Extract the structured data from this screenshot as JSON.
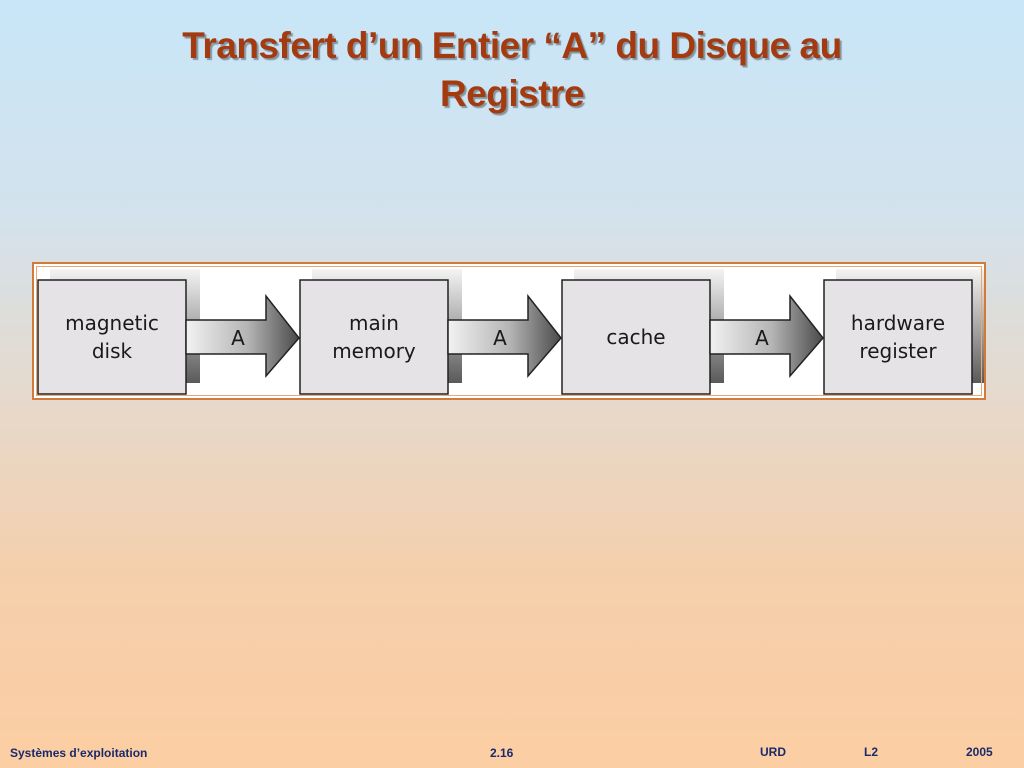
{
  "slide": {
    "title_line1": "Transfert d’un Entier “A” du Disque au",
    "title_line2": "Registre"
  },
  "diagram": {
    "nodes": [
      {
        "line1": "magnetic",
        "line2": "disk"
      },
      {
        "line1": "main",
        "line2": "memory"
      },
      {
        "line1": "cache",
        "line2": ""
      },
      {
        "line1": "hardware",
        "line2": "register"
      }
    ],
    "arrows": [
      {
        "label": "A"
      },
      {
        "label": "A"
      },
      {
        "label": "A"
      }
    ]
  },
  "footer": {
    "course": "Systèmes d’exploitation",
    "page": "2.16",
    "school": "URD",
    "level": "L2",
    "year": "2005"
  },
  "colors": {
    "title": "#a33a10",
    "frame_border": "#d17a3a",
    "node_fill": "#e6e3e6",
    "footer_text": "#1a2a6a"
  }
}
